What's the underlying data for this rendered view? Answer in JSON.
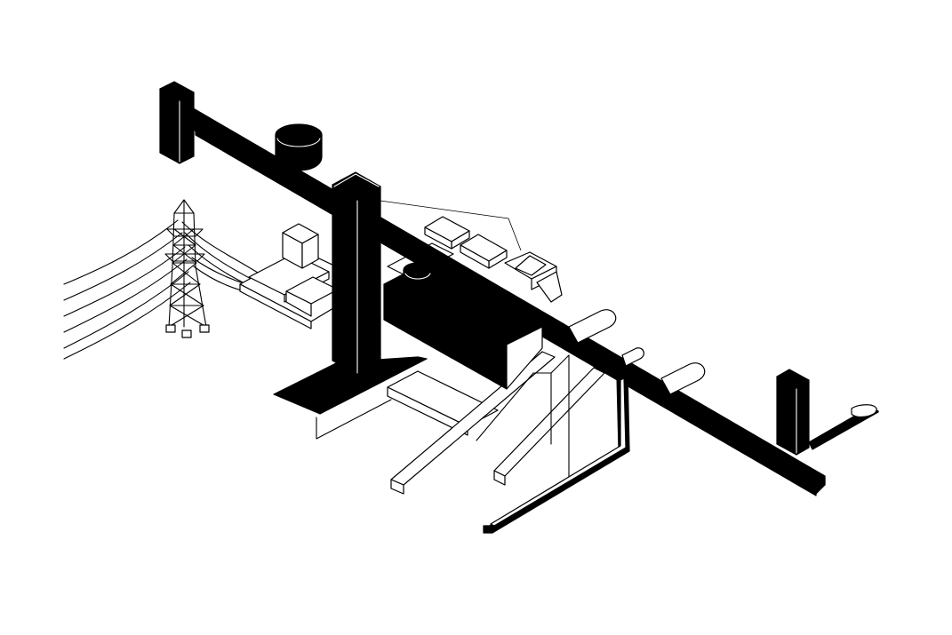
{
  "figure": {
    "kind": "isometric-line-drawing",
    "palette": {
      "ink": "#000000",
      "paper": "#ffffff"
    },
    "elements": [
      "power-pylon",
      "power-lines",
      "tall-tower",
      "short-tower-left",
      "short-tower-right",
      "main-pipeline",
      "storage-tank-top",
      "storage-tank-small",
      "platform-slab",
      "warehouse-buildings",
      "ramps",
      "l-shaped-pipe"
    ]
  }
}
